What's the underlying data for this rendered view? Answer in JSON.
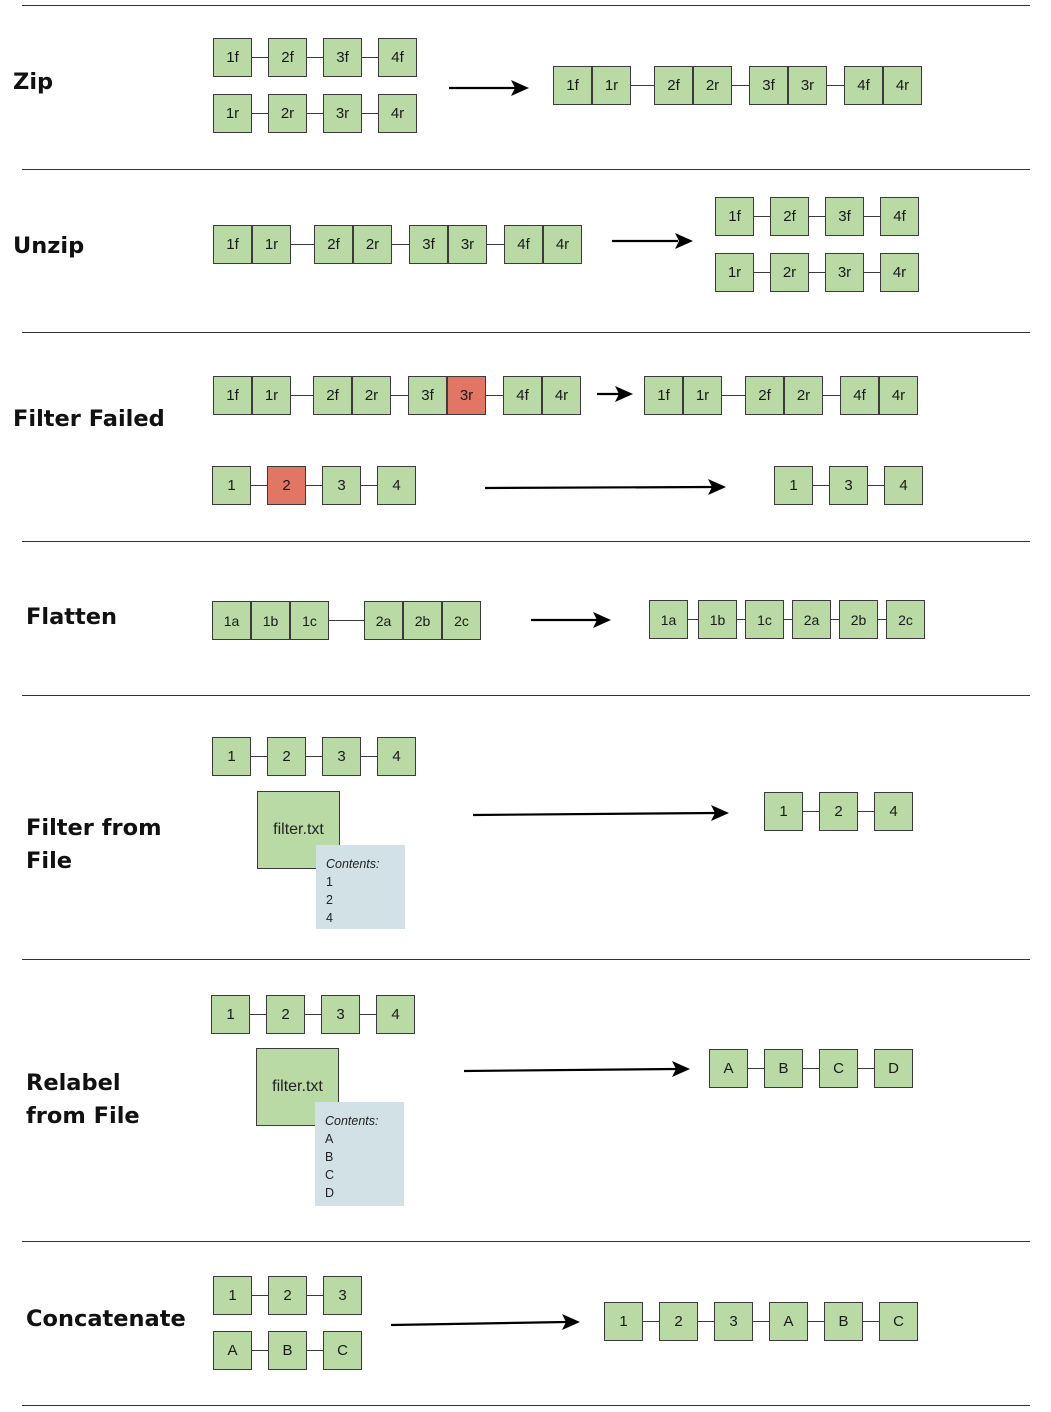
{
  "colors": {
    "node": "#b9d9a5",
    "failed_node": "#e07663",
    "contents_box": "#d2e1e5",
    "stroke": "#3b3b3b"
  },
  "sections": {
    "zip": {
      "title": "Zip",
      "input_forward": [
        "1f",
        "2f",
        "3f",
        "4f"
      ],
      "input_reverse": [
        "1r",
        "2r",
        "3r",
        "4r"
      ],
      "output_pairs": [
        [
          "1f",
          "1r"
        ],
        [
          "2f",
          "2r"
        ],
        [
          "3f",
          "3r"
        ],
        [
          "4f",
          "4r"
        ]
      ]
    },
    "unzip": {
      "title": "Unzip",
      "input_pairs": [
        [
          "1f",
          "1r"
        ],
        [
          "2f",
          "2r"
        ],
        [
          "3f",
          "3r"
        ],
        [
          "4f",
          "4r"
        ]
      ],
      "output_forward": [
        "1f",
        "2f",
        "3f",
        "4f"
      ],
      "output_reverse": [
        "1r",
        "2r",
        "3r",
        "4r"
      ]
    },
    "filter_failed": {
      "title": "Filter Failed",
      "paired_input": [
        [
          "1f",
          "1r"
        ],
        [
          "2f",
          "2r"
        ],
        [
          "3f",
          "3r"
        ],
        [
          "4f",
          "4r"
        ]
      ],
      "paired_failed": "3r",
      "paired_output": [
        [
          "1f",
          "1r"
        ],
        [
          "2f",
          "2r"
        ],
        [
          "4f",
          "4r"
        ]
      ],
      "single_input": [
        "1",
        "2",
        "3",
        "4"
      ],
      "single_failed": "2",
      "single_output": [
        "1",
        "3",
        "4"
      ]
    },
    "flatten": {
      "title": "Flatten",
      "input_groups": [
        [
          "1a",
          "1b",
          "1c"
        ],
        [
          "2a",
          "2b",
          "2c"
        ]
      ],
      "output": [
        "1a",
        "1b",
        "1c",
        "2a",
        "2b",
        "2c"
      ]
    },
    "filter_from_file": {
      "title_line1": "Filter from",
      "title_line2": "File",
      "input": [
        "1",
        "2",
        "3",
        "4"
      ],
      "file_name": "filter.txt",
      "contents_title": "Contents:",
      "contents": [
        "1",
        "2",
        "4"
      ],
      "output": [
        "1",
        "2",
        "4"
      ]
    },
    "relabel_from_file": {
      "title_line1": "Relabel",
      "title_line2": "from File",
      "input": [
        "1",
        "2",
        "3",
        "4"
      ],
      "file_name": "filter.txt",
      "contents_title": "Contents:",
      "contents": [
        "A",
        "B",
        "C",
        "D"
      ],
      "output": [
        "A",
        "B",
        "C",
        "D"
      ]
    },
    "concatenate": {
      "title": "Concatenate",
      "input_a": [
        "1",
        "2",
        "3"
      ],
      "input_b": [
        "A",
        "B",
        "C"
      ],
      "output": [
        "1",
        "2",
        "3",
        "A",
        "B",
        "C"
      ]
    }
  }
}
